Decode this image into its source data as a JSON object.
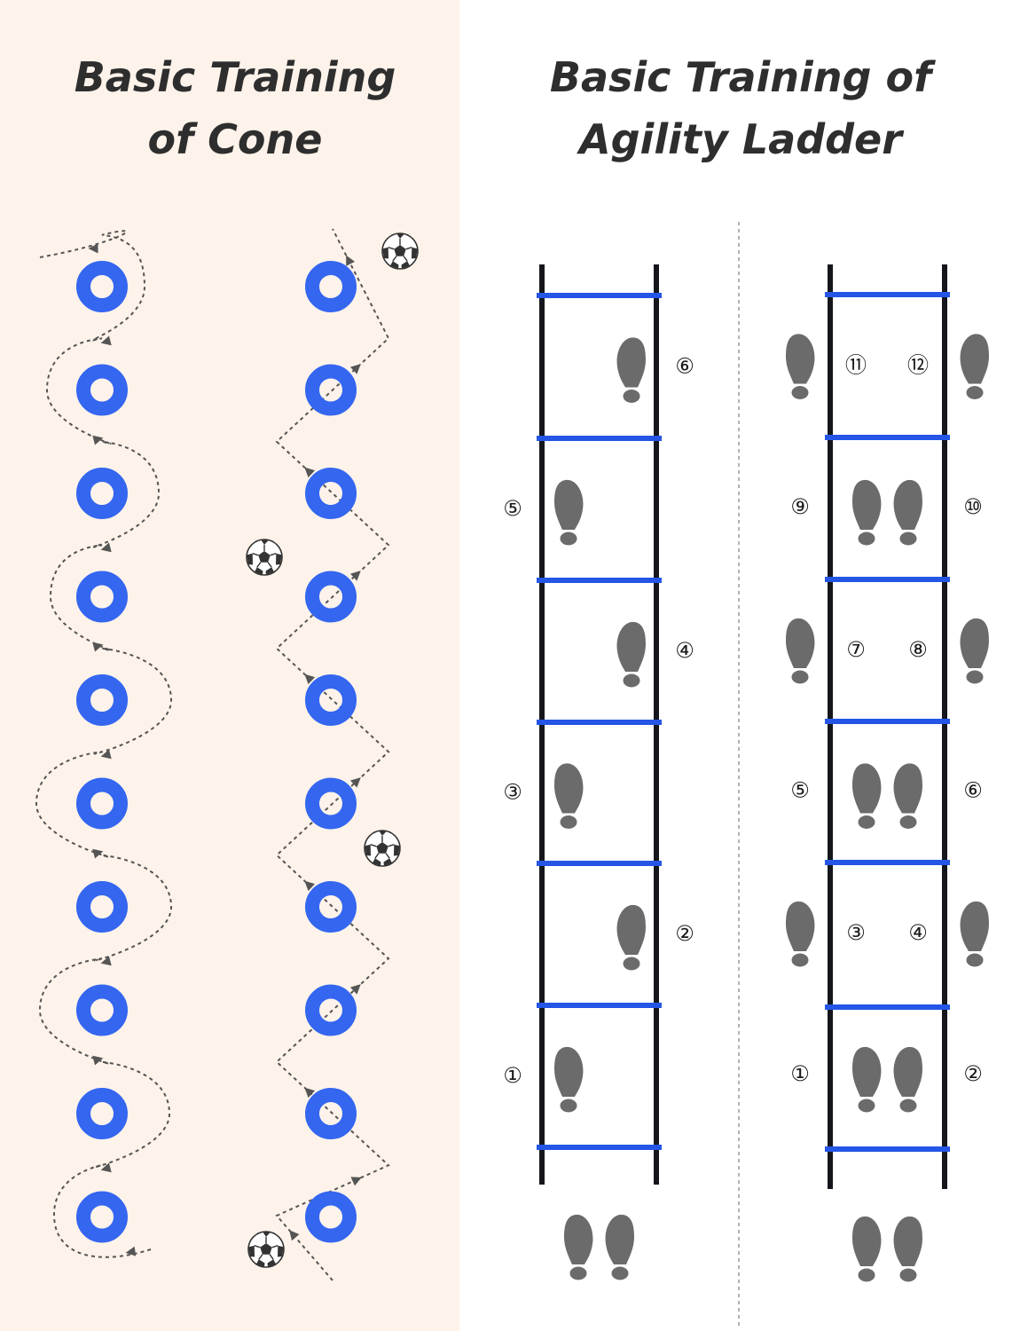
{
  "colors": {
    "cone_panel_bg": "#fdf3ea",
    "ladder_panel_bg": "#ffffff",
    "cone_blue": "#3466f0",
    "ladder_rung": "#2455e6",
    "ladder_rail": "#14161c",
    "footprint": "#6b6b6b",
    "path_line": "#555555",
    "title_text": "#2e2e2e"
  },
  "cone_section": {
    "title_line1": "Basic Training",
    "title_line2": "of Cone",
    "columns": [
      {
        "pattern": "weave",
        "cone_count": 10,
        "icon": "dotted-arrow-path"
      },
      {
        "pattern": "zigzag",
        "cone_count": 10,
        "icon": "dotted-arrow-path",
        "balls": 4,
        "ball_icon": "soccer-ball-icon"
      }
    ]
  },
  "ladder_section": {
    "title_line1": "Basic Training of",
    "title_line2": "Agility Ladder",
    "ladders": [
      {
        "name": "single-foot-ladder",
        "steps": [
          {
            "label": "①",
            "side": "left"
          },
          {
            "label": "②",
            "side": "right"
          },
          {
            "label": "③",
            "side": "left"
          },
          {
            "label": "④",
            "side": "right"
          },
          {
            "label": "⑤",
            "side": "left"
          },
          {
            "label": "⑥",
            "side": "right"
          }
        ]
      },
      {
        "name": "in-out-ladder",
        "steps": [
          {
            "left_label": "①",
            "right_label": "②",
            "stance": "inside"
          },
          {
            "left_label": "③",
            "right_label": "④",
            "stance": "outside"
          },
          {
            "left_label": "⑤",
            "right_label": "⑥",
            "stance": "inside"
          },
          {
            "left_label": "⑦",
            "right_label": "⑧",
            "stance": "outside"
          },
          {
            "left_label": "⑨",
            "right_label": "⑩",
            "stance": "inside"
          },
          {
            "left_label": "⑪",
            "right_label": "⑫",
            "stance": "outside"
          }
        ]
      }
    ]
  }
}
